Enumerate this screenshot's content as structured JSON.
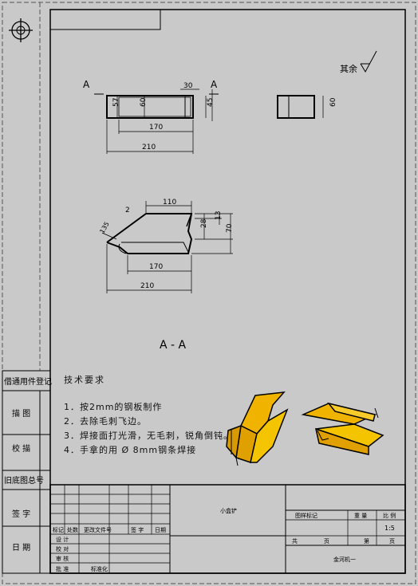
{
  "roughness_label": "其余",
  "views": {
    "section_name": "A - A",
    "top_marker_left": "A",
    "top_marker_right": "A",
    "dims_top": {
      "d30": "30",
      "d57": "57",
      "d60": "60",
      "d45": "45",
      "d170": "170",
      "d210": "210",
      "d60b": "60"
    },
    "dims_section": {
      "d110": "110",
      "d2": "2",
      "d135": "135",
      "d28": "28",
      "d13": "13",
      "d70": "70",
      "d170": "170",
      "d210": "210"
    }
  },
  "tech_req": {
    "title": "技术要求",
    "items": [
      "1．按2mm的钢板制作",
      "2．去除毛刺飞边。",
      "3．焊接面打光滑，无毛刺，锐角倒钝。",
      "4．手拿的用 Ø 8mm钢条焊接"
    ]
  },
  "side_table": {
    "rows": [
      "借通用件登记",
      "描  图",
      "校  描",
      "旧底图总号",
      "签  字",
      "日  期"
    ]
  },
  "title_block": {
    "part_name": "小盒铲",
    "drawing_title": "图样标记",
    "weight": "重 量",
    "scale_label": "比 例",
    "scale": "1:5",
    "total": "共",
    "page_word": "页",
    "sheet_no": "第",
    "org": "金河机一",
    "rev_headers": [
      "标记",
      "处数",
      "更改文件号",
      "签 字",
      "日期"
    ],
    "roles": [
      "设 计",
      "校 对",
      "审 核",
      "批 准"
    ],
    "std": "标准化"
  }
}
